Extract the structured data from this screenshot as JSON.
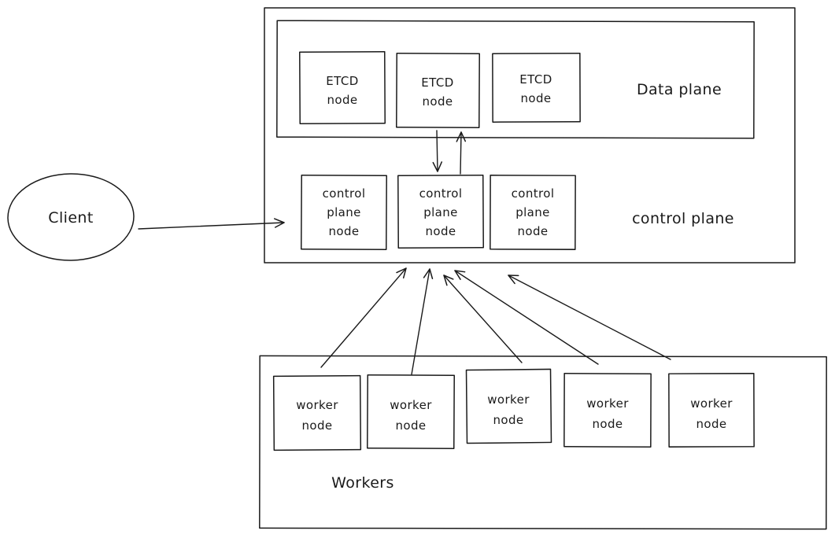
{
  "colors": {
    "ink": "#1a1a1a",
    "background": "#ffffff"
  },
  "client": {
    "label": "Client"
  },
  "data_plane_section": {
    "label": "Data plane",
    "nodes": [
      {
        "line1": "ETCD",
        "line2": "node"
      },
      {
        "line1": "ETCD",
        "line2": "node"
      },
      {
        "line1": "ETCD",
        "line2": "node"
      }
    ]
  },
  "control_plane_section": {
    "label": "control plane",
    "nodes": [
      {
        "line1": "control",
        "line2": "plane",
        "line3": "node"
      },
      {
        "line1": "control",
        "line2": "plane",
        "line3": "node"
      },
      {
        "line1": "control",
        "line2": "plane",
        "line3": "node"
      }
    ]
  },
  "workers_section": {
    "label": "Workers",
    "nodes": [
      {
        "line1": "worker",
        "line2": "node"
      },
      {
        "line1": "worker",
        "line2": "node"
      },
      {
        "line1": "worker",
        "line2": "node"
      },
      {
        "line1": "worker",
        "line2": "node"
      },
      {
        "line1": "worker",
        "line2": "node"
      }
    ]
  }
}
